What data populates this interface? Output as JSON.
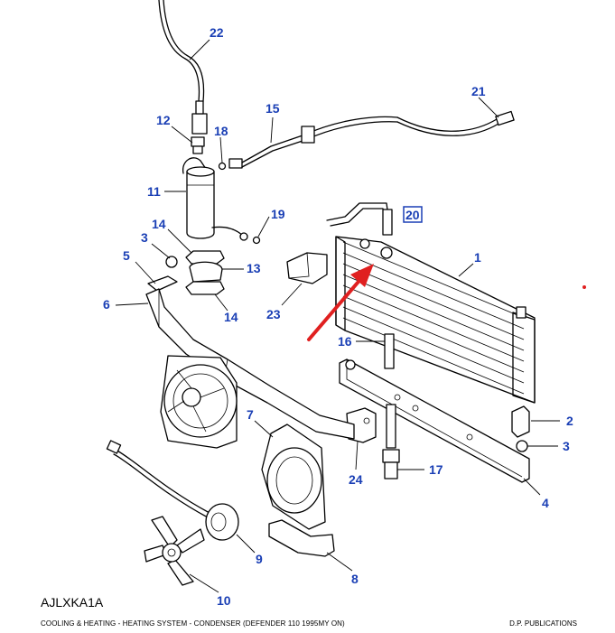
{
  "diagram": {
    "code": "AJLXKA1A",
    "caption": "COOLING & HEATING - HEATING SYSTEM - CONDENSER (DEFENDER 110 1995MY ON)",
    "publisher": "D.P. PUBLICATIONS",
    "highlighted_callout": "20",
    "colors": {
      "callout": "#1a3fb5",
      "arrow": "#e02020",
      "line": "#000000"
    },
    "callouts": [
      "1",
      "2",
      "3",
      "3",
      "4",
      "5",
      "6",
      "7",
      "8",
      "9",
      "10",
      "11",
      "12",
      "13",
      "14",
      "14",
      "15",
      "16",
      "17",
      "18",
      "19",
      "20",
      "21",
      "22",
      "23",
      "24"
    ]
  }
}
